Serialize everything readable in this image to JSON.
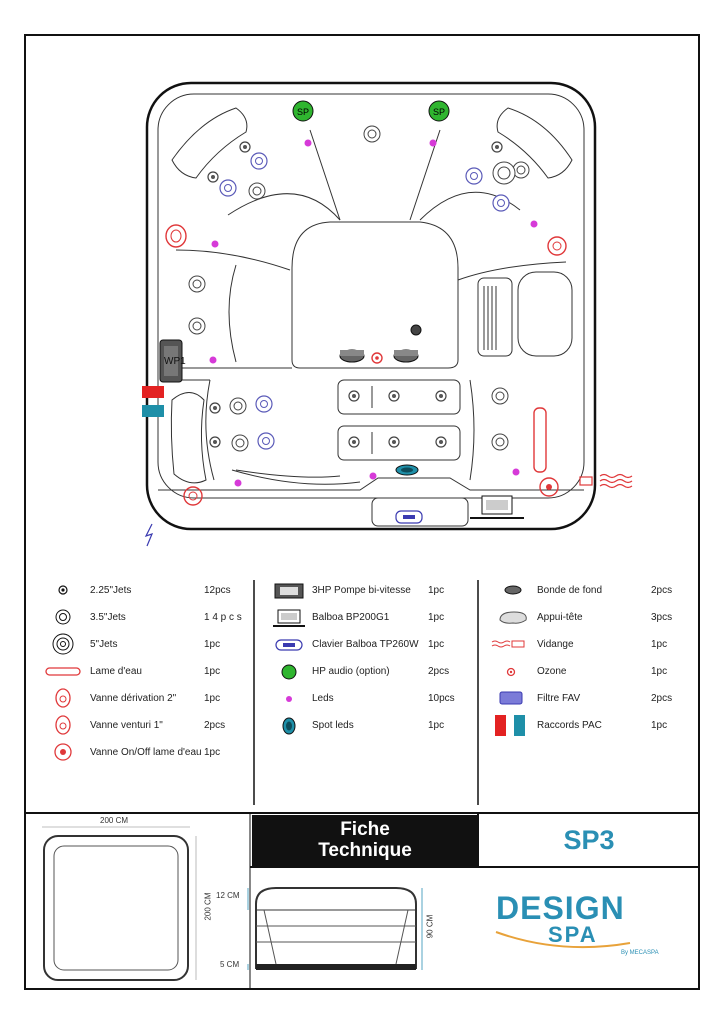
{
  "header": {
    "title_line1": "Fiche",
    "title_line2": "Technique",
    "model": "SP3"
  },
  "spa_labels": {
    "speaker_left": "SP",
    "speaker_right": "SP",
    "pump": "WP1"
  },
  "legend_col1": [
    {
      "label": "2.25\"Jets",
      "qty": "12pcs",
      "icon": "small-jet-icon"
    },
    {
      "label": "3.5\"Jets",
      "qty": "1 4  p c s",
      "icon": "medium-jet-icon"
    },
    {
      "label": "5\"Jets",
      "qty": "1pc",
      "icon": "large-jet-icon"
    },
    {
      "label": "Lame d'eau",
      "qty": "1pc",
      "icon": "waterfall-icon"
    },
    {
      "label": "Vanne dérivation 2\"",
      "qty": "1pc",
      "icon": "diverter-valve-icon"
    },
    {
      "label": "Vanne venturi 1\"",
      "qty": "2pcs",
      "icon": "venturi-valve-icon"
    },
    {
      "label": "Vanne On/Off lame d'eau",
      "qty": "1pc",
      "icon": "onoff-valve-icon"
    }
  ],
  "legend_col2": [
    {
      "label": "3HP Pompe bi-vitesse",
      "qty": "1pc",
      "icon": "pump-icon"
    },
    {
      "label": "Balboa BP200G1",
      "qty": "1pc",
      "icon": "control-box-icon"
    },
    {
      "label": "Clavier Balboa TP260W",
      "qty": "1pc",
      "icon": "keypad-icon"
    },
    {
      "label": "HP audio (option)",
      "qty": "2pcs",
      "icon": "speaker-icon"
    },
    {
      "label": "Leds",
      "qty": "10pcs",
      "icon": "led-icon"
    },
    {
      "label": "Spot leds",
      "qty": "1pc",
      "icon": "spot-led-icon"
    }
  ],
  "legend_col3": [
    {
      "label": "Bonde de fond",
      "qty": "2pcs",
      "icon": "floor-drain-icon"
    },
    {
      "label": "Appui-tête",
      "qty": "3pcs",
      "icon": "headrest-icon"
    },
    {
      "label": "Vidange",
      "qty": "1pc",
      "icon": "drain-icon"
    },
    {
      "label": "Ozone",
      "qty": "1pc",
      "icon": "ozone-icon"
    },
    {
      "label": "Filtre FAV",
      "qty": "2pcs",
      "icon": "filter-icon"
    },
    {
      "label": "Raccords PAC",
      "qty": "1pc",
      "icon": "heat-pump-connectors-icon"
    }
  ],
  "dimensions": {
    "top_width": "200 CM",
    "side_depth": "200 CM",
    "height_top": "12 CM",
    "height_bottom": "5 CM",
    "height_total": "90 CM"
  },
  "logo": {
    "line1": "DESIGN",
    "line2": "SPA",
    "byline": "By MECASPA"
  },
  "colors": {
    "accent": "#2a8fb4",
    "led": "#d63ad8",
    "valve": "#e0383a",
    "jet_blue": "#5a5ab8",
    "speaker": "#2fb52f",
    "pac_red": "#e32222",
    "pac_blue": "#1e8fa8"
  }
}
